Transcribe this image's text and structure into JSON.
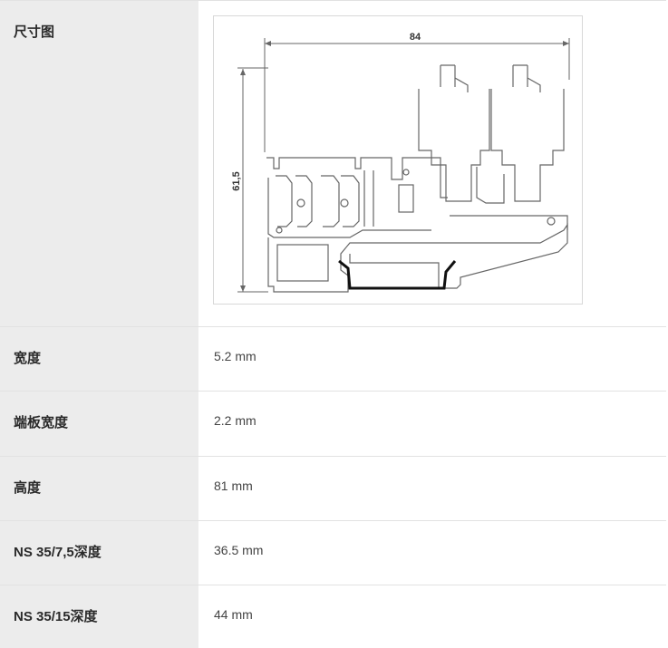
{
  "rows": [
    {
      "label": "尺寸图",
      "diagram": {
        "width_dim": "84",
        "height_dim": "61,5"
      }
    },
    {
      "label": "宽度",
      "value": "5.2 mm"
    },
    {
      "label": "端板宽度",
      "value": "2.2 mm"
    },
    {
      "label": "高度",
      "value": "81 mm"
    },
    {
      "label": "NS 35/7,5深度",
      "value": "36.5 mm"
    },
    {
      "label": "NS 35/15深度",
      "value": "44 mm"
    }
  ]
}
